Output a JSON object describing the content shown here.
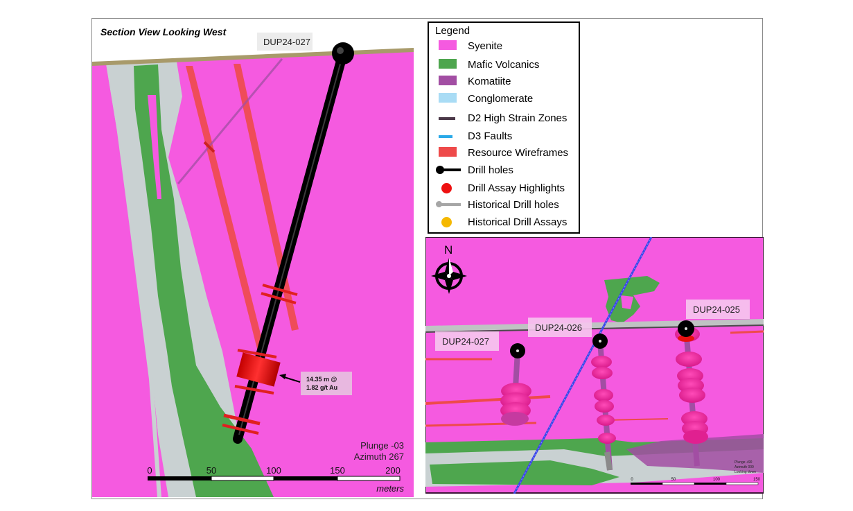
{
  "section": {
    "title": "Section View Looking West",
    "hole_label": "DUP24-027",
    "callout": [
      "14.35 m @",
      "1.82 g/t Au"
    ],
    "orientation": [
      "Plunge -03",
      "Azimuth 267"
    ],
    "scale_ticks": [
      "0",
      "50",
      "100",
      "150",
      "200"
    ],
    "scale_unit": "meters"
  },
  "legend": {
    "title": "Legend",
    "items": [
      {
        "label": "Syenite",
        "color": "#f55ae0",
        "symbol": "box"
      },
      {
        "label": "Mafic Volcanics",
        "color": "#4ea64e",
        "symbol": "box"
      },
      {
        "label": "Komatiite",
        "color": "#a24ea3",
        "symbol": "box"
      },
      {
        "label": "Conglomerate",
        "color": "#a9dcf5",
        "symbol": "box"
      },
      {
        "label": "D2 High Strain Zones",
        "color": "#4b3848",
        "symbol": "line"
      },
      {
        "label": "D3 Faults",
        "color": "#2aa9e8",
        "symbol": "line"
      },
      {
        "label": "Resource Wireframes",
        "color": "#ee4a4a",
        "symbol": "box"
      },
      {
        "label": "Drill holes",
        "color": "#000000",
        "symbol": "drill"
      },
      {
        "label": "Drill Assay Highlights",
        "color": "#ee1111",
        "symbol": "dot"
      },
      {
        "label": "Historical Drill holes",
        "color": "#a6a6a6",
        "symbol": "hist"
      },
      {
        "label": "Historical Drill Assays",
        "color": "#f5b800",
        "symbol": "dot"
      }
    ]
  },
  "plan": {
    "north": "N",
    "holes": [
      "DUP24-027",
      "DUP24-026",
      "DUP24-025"
    ],
    "orientation": [
      "Plunge +90",
      "Azimuth 000",
      "Looking down"
    ],
    "scale_ticks": [
      "0",
      "50",
      "100",
      "150"
    ]
  }
}
